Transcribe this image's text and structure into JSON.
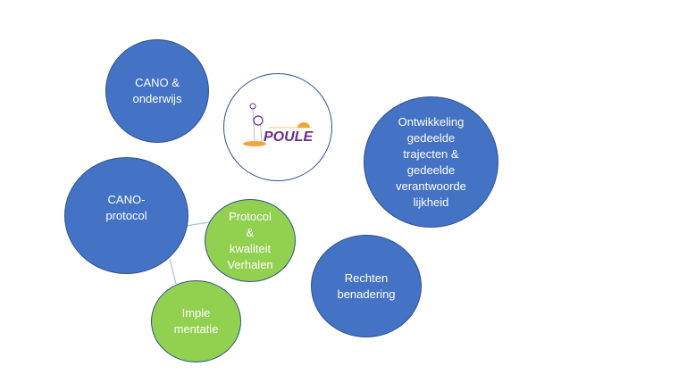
{
  "nodes": {
    "cano_onderwijs": "CANO &\nonderwijs",
    "logo": "POULE",
    "ontwikkeling": "Ontwikkeling\ngedeelde\ntrajecten &\ngedeelde\nverantwoorde\nlijkheid",
    "cano_protocol": "CANO-\nprotocol",
    "protocol_kwaliteit": "Protocol\n&\nkwaliteit\nVerhalen",
    "implementatie": "Imple\nmentatie",
    "rechten": "Rechten\nbenadering"
  },
  "colors": {
    "blue": "#4472c4",
    "green": "#92d050",
    "border": "#2f528f",
    "logo_purple": "#6a2c91",
    "logo_orange": "#f4a23c"
  }
}
